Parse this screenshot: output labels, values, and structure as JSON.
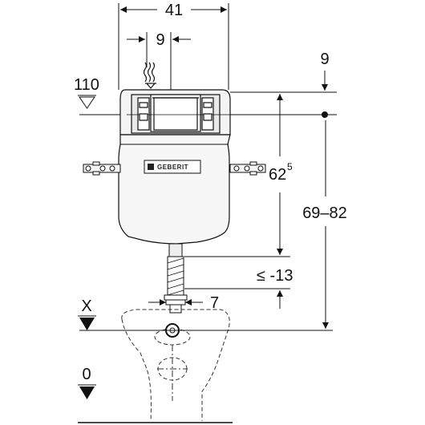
{
  "brand": {
    "logo_text": "GEBERIT"
  },
  "dimensions": {
    "width_total": "41",
    "width_offset": "9",
    "top_offset": "9",
    "level_110": "110",
    "height_main": "62",
    "height_main_sup": "5",
    "height_range": "69–82",
    "drop_max": "≤ -13",
    "pipe_width": "7"
  },
  "markers": {
    "x_label": "X",
    "floor_label": "0"
  }
}
